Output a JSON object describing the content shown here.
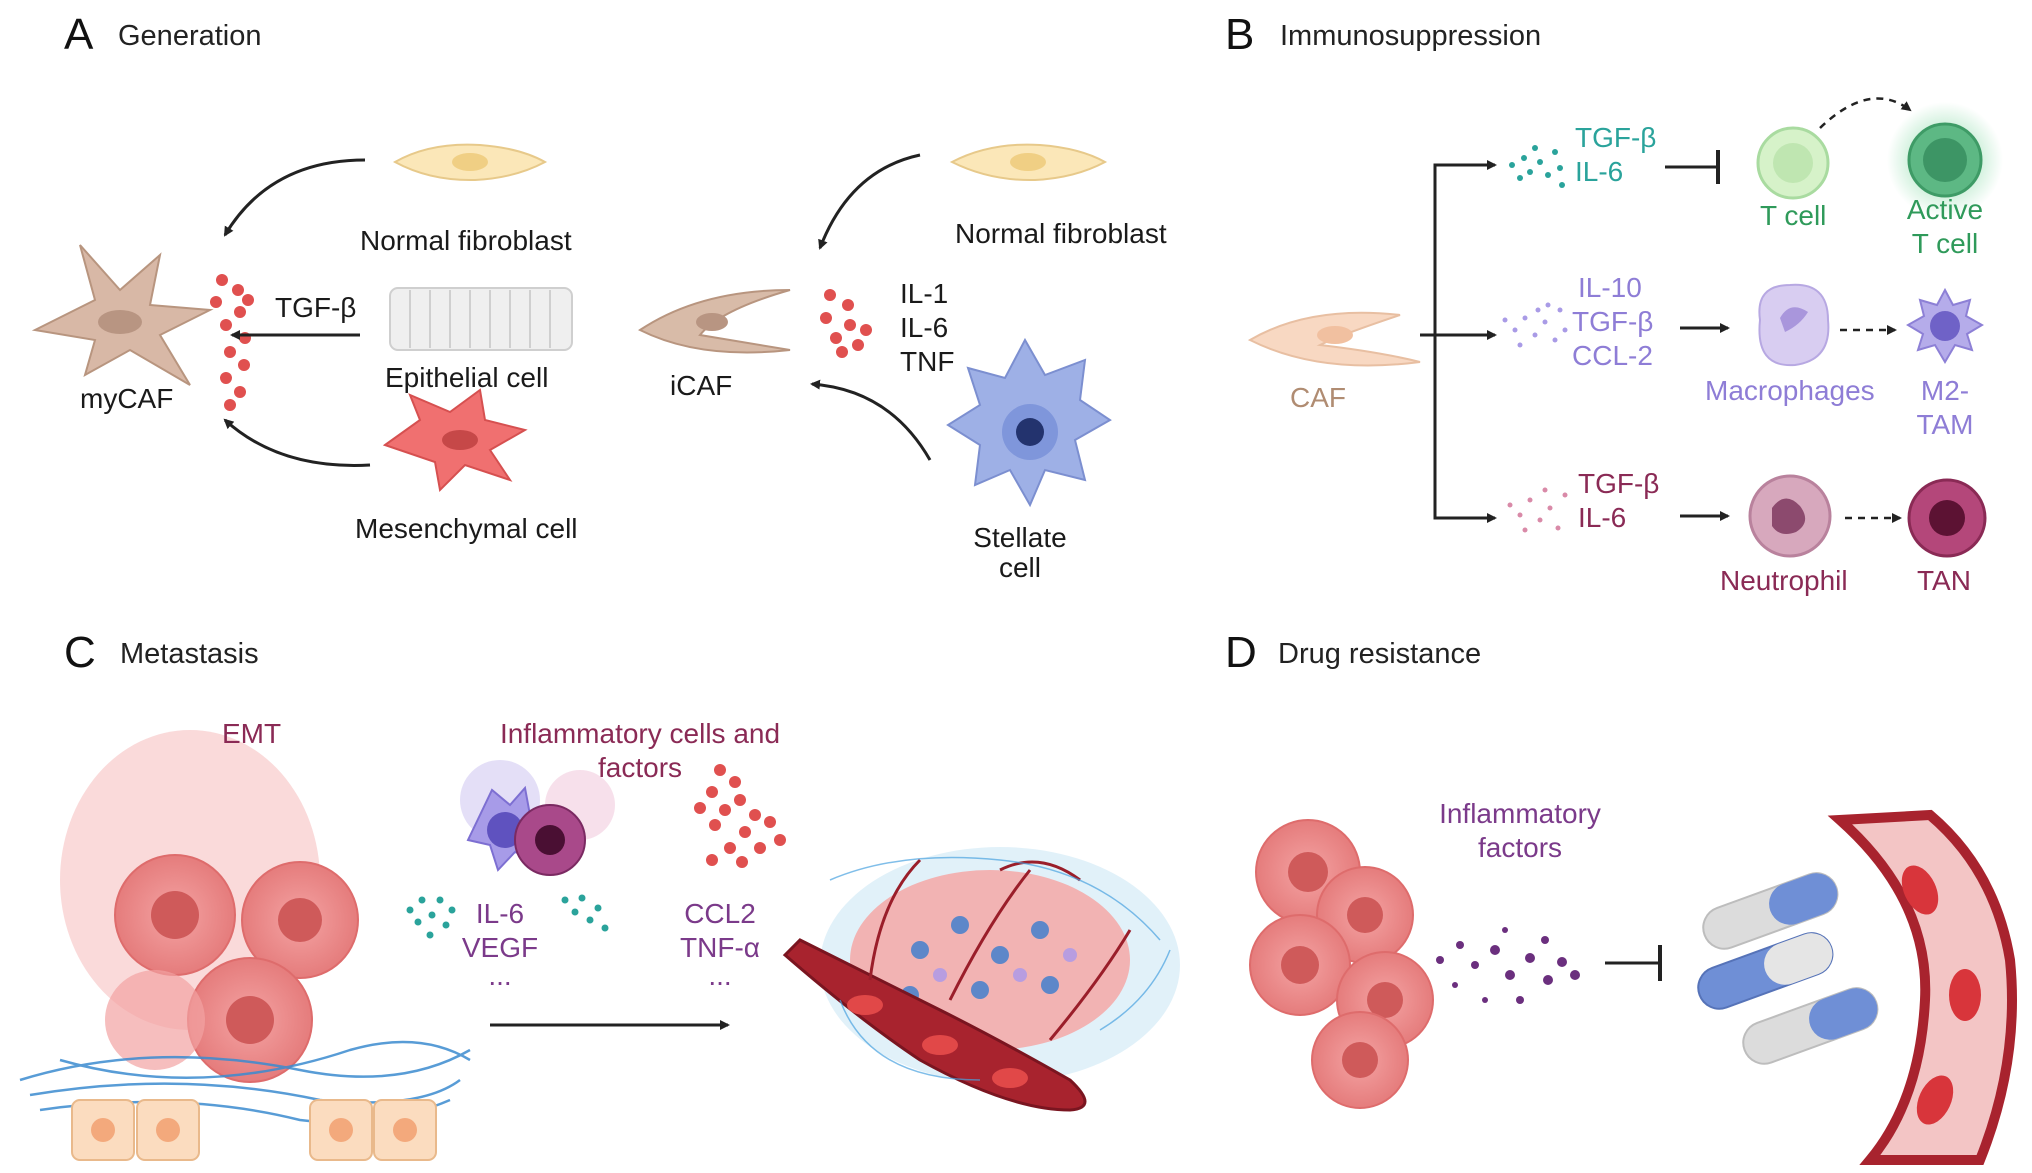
{
  "panels": {
    "a": {
      "letter": "A",
      "title": "Generation",
      "normal_fibroblast_1": "Normal fibroblast",
      "tgf_beta": "TGF-β",
      "epithelial_cell": "Epithelial cell",
      "mycaf": "myCAF",
      "mesenchymal_cell": "Mesenchymal cell",
      "icaf": "iCAF",
      "normal_fibroblast_2": "Normal fibroblast",
      "il1": "IL-1",
      "il6": "IL-6",
      "tnf": "TNF",
      "stellate_1": "Stellate",
      "stellate_2": "cell"
    },
    "b": {
      "letter": "B",
      "title": "Immunosuppression",
      "caf": "CAF",
      "row1_f1": "TGF-β",
      "row1_f2": "IL-6",
      "t_cell": "T cell",
      "active_1": "Active",
      "active_2": "T cell",
      "row2_f1": "IL-10",
      "row2_f2": "TGF-β",
      "row2_f3": "CCL-2",
      "macrophages": "Macrophages",
      "m2_1": "M2-",
      "m2_2": "TAM",
      "row3_f1": "TGF-β",
      "row3_f2": "IL-6",
      "neutrophil": "Neutrophil",
      "tan": "TAN"
    },
    "c": {
      "letter": "C",
      "title": "Metastasis",
      "emt": "EMT",
      "inflam_1": "Inflammatory cells and",
      "inflam_2": "factors",
      "il6": "IL-6",
      "vegf": "VEGF",
      "ellipsis_1": "...",
      "ccl2": "CCL2",
      "tnfa": "TNF-α",
      "ellipsis_2": "..."
    },
    "d": {
      "letter": "D",
      "title": "Drug resistance",
      "inflam_1": "Inflammatory",
      "inflam_2": "factors"
    }
  },
  "colors": {
    "teal": "#2aa39b",
    "green": "#2f9a5a",
    "lavender": "#8e7dd6",
    "plum": "#8a2a55",
    "red_dot": "#e0504f",
    "caf_tan": "#b08c72",
    "purple": "#7b3a8a"
  },
  "icons": [
    "fibroblast-icon",
    "mycaf-cell-icon",
    "epithelial-cell-icon",
    "mesenchymal-cell-icon",
    "icaf-cell-icon",
    "stellate-cell-icon",
    "t-cell-icon",
    "macrophage-icon",
    "neutrophil-icon",
    "tumor-cell-icon",
    "blood-vessel-icon",
    "capsule-pill-icon"
  ]
}
